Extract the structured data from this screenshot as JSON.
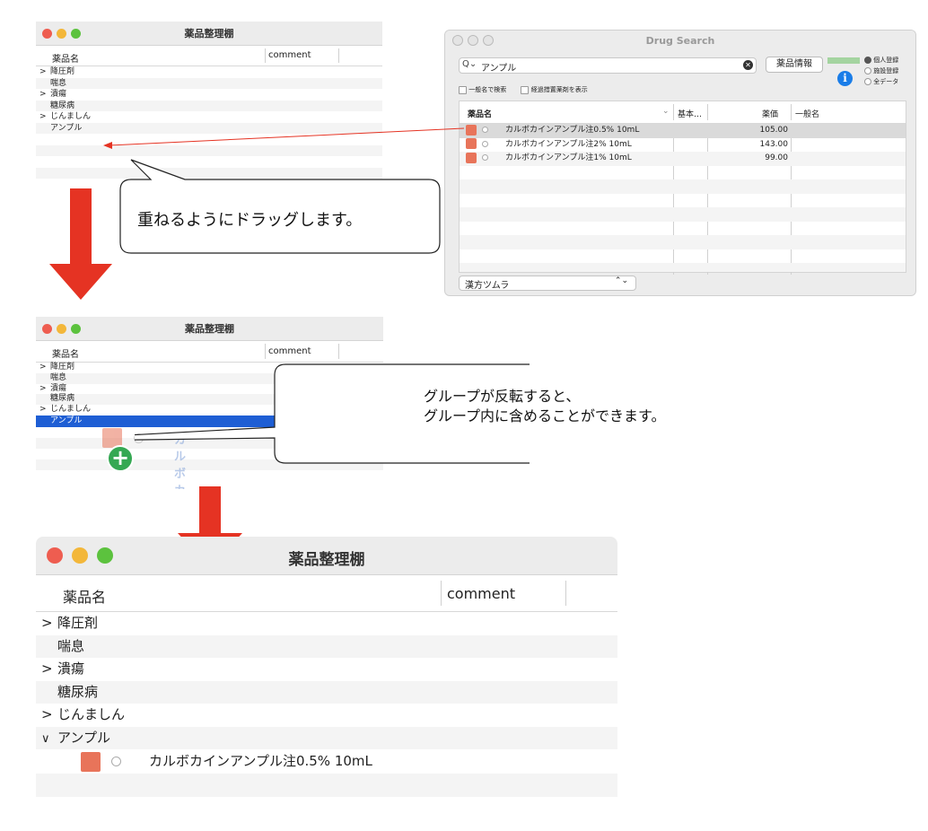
{
  "shelf": {
    "title": "薬品整理棚",
    "col_name": "薬品名",
    "col_comment": "comment",
    "rows": [
      {
        "chev": ">",
        "label": "降圧剤"
      },
      {
        "chev": "",
        "label": "喘息"
      },
      {
        "chev": ">",
        "label": "潰瘍"
      },
      {
        "chev": "",
        "label": "糖尿病"
      },
      {
        "chev": ">",
        "label": "じんましん"
      },
      {
        "chev": "",
        "label": "アンプル"
      }
    ],
    "final_rows": [
      {
        "chev": ">",
        "label": "降圧剤"
      },
      {
        "chev": "",
        "label": "喘息"
      },
      {
        "chev": ">",
        "label": "潰瘍"
      },
      {
        "chev": "",
        "label": "糖尿病"
      },
      {
        "chev": ">",
        "label": "じんましん"
      },
      {
        "chev": "∨",
        "label": "アンプル"
      }
    ],
    "child_item": "カルボカインアンプル注0.5% 10mL",
    "drag_ghost_text": "カルボカ"
  },
  "drug_search": {
    "title": "Drug Search",
    "search_value": "アンプル",
    "info_button": "薬品情報",
    "check_generic": "一般名で検索",
    "check_transitional": "経過措置薬剤を表示",
    "radio_personal": "個人登録",
    "radio_facility": "施設登録",
    "radio_all": "全データ",
    "col_name": "薬品名",
    "col_basic": "基本…",
    "col_price": "薬価",
    "col_generic": "一般名",
    "results": [
      {
        "name": "カルボカインアンプル注0.5% 10mL",
        "price": "105.00"
      },
      {
        "name": "カルボカインアンプル注2% 10mL",
        "price": "143.00"
      },
      {
        "name": "カルボカインアンプル注1% 10mL",
        "price": "99.00"
      }
    ],
    "select_value": "漢方ツムラ"
  },
  "callouts": {
    "drag": "重ねるようにドラッグします。",
    "invert_line1": "グループが反転すると、",
    "invert_line2": "グループ内に含めることができます。"
  },
  "colors": {
    "arrow": "#e53323",
    "selection": "#1e5ed4",
    "drug_square": "#e8745a",
    "plus_badge": "#35a853"
  }
}
